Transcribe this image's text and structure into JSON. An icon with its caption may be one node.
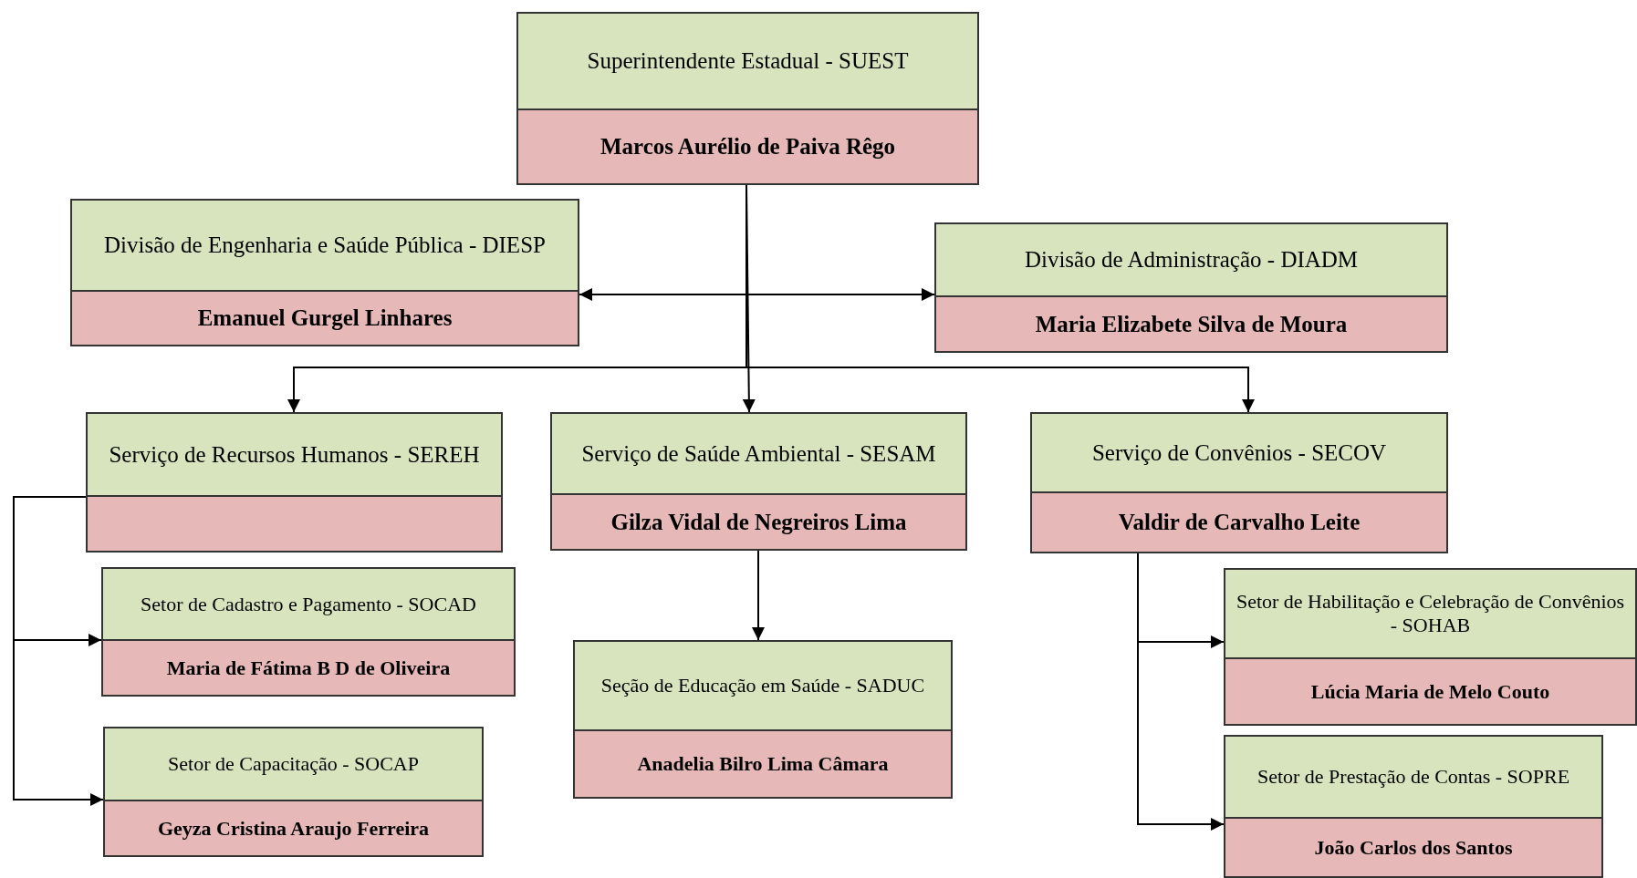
{
  "diagram": {
    "nodes": [
      {
        "text": [
          "Superintendente Estadual  - SUEST",
          "Marcos Aurélio de Paiva Rêgo"
        ]
      },
      {
        "text": [
          "Divisão de Engenharia e Saúde Pública - DIESP",
          "Emanuel Gurgel Linhares"
        ]
      },
      {
        "text": [
          "Divisão de Administração - DIADM",
          "Maria Elizabete Silva de Moura"
        ]
      },
      {
        "text": [
          "Serviço de Recursos Humanos - SEREH"
        ]
      },
      {
        "text": [
          "Serviço de Saúde Ambiental - SESAM",
          "Gilza Vidal de Negreiros Lima"
        ]
      },
      {
        "text": [
          "Serviço de Convênios - SECOV",
          "Valdir de Carvalho Leite"
        ]
      },
      {
        "text": [
          "Setor de Cadastro e Pagamento - SOCAD",
          "Maria de Fátima B D de Oliveira"
        ]
      },
      {
        "text": [
          "Setor de Capacitação - SOCAP",
          "Geyza Cristina Araujo Ferreira"
        ]
      },
      {
        "text": [
          "Seção de Educação em Saúde - SADUC",
          "Anadelia Bilro Lima Câmara"
        ]
      },
      {
        "text": [
          "Setor de Habilitação e Celebração de Convênios - SOHAB",
          "Lúcia Maria de Melo Couto"
        ]
      },
      {
        "text": [
          "Setor de Prestação de Contas - SOPRE",
          "João Carlos dos Santos"
        ]
      }
    ],
    "edges": [
      {
        "from": 0,
        "to": 1,
        "arrow": "to"
      },
      {
        "from": 0,
        "to": 2,
        "arrow": "to"
      },
      {
        "from": 0,
        "to": 3,
        "arrow": "to"
      },
      {
        "from": 0,
        "to": 4,
        "arrow": "to"
      },
      {
        "from": 0,
        "to": 5,
        "arrow": "to"
      },
      {
        "from": 3,
        "to": 6,
        "arrow": "to"
      },
      {
        "from": 3,
        "to": 7,
        "arrow": "to"
      },
      {
        "from": 4,
        "to": 8,
        "arrow": "to"
      },
      {
        "from": 5,
        "to": 9,
        "arrow": "to"
      },
      {
        "from": 5,
        "to": 10,
        "arrow": "to"
      }
    ]
  }
}
